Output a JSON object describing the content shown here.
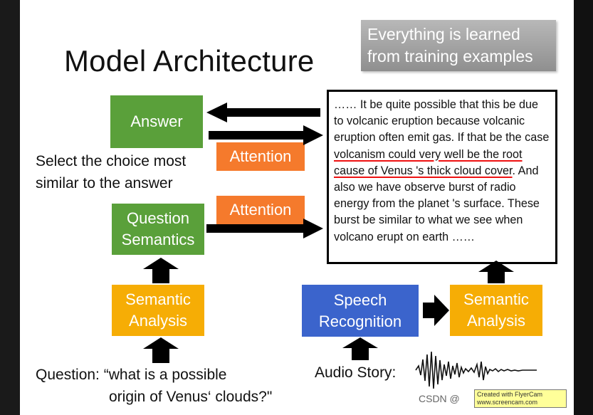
{
  "title": "Model Architecture",
  "callout": {
    "line1": "Everything is learned",
    "line2": "from training examples"
  },
  "boxes": {
    "answer": "Answer",
    "attention_top": "Attention",
    "attention_mid": "Attention",
    "question_semantics_1": "Question",
    "question_semantics_2": "Semantics",
    "semantic_analysis_left_1": "Semantic",
    "semantic_analysis_left_2": "Analysis",
    "speech_recognition_1": "Speech",
    "speech_recognition_2": "Recognition",
    "semantic_analysis_right_1": "Semantic",
    "semantic_analysis_right_2": "Analysis"
  },
  "select_text": {
    "line1": "Select the choice most",
    "line2": "similar to the answer"
  },
  "story": {
    "part1": "…… It be quite possible that this be due to volcanic eruption because volcanic eruption often emit gas. If that be the case ",
    "underlined": "volcanism could very well be the root cause of Venus 's thick cloud cover",
    "part2": ". And also we have observe burst of radio energy from the planet 's surface. These burst be similar to what we see when volcano erupt on earth ……"
  },
  "question": {
    "label": "Question:",
    "line1": "“what is a possible",
    "line2": "origin of Venus‘ clouds?\""
  },
  "audio_label": "Audio Story:",
  "watermark": "CSDN @",
  "stamp": {
    "line1": "Created with FlyerCam",
    "line2": "www.screencam.com"
  },
  "colors": {
    "green": "#5aa03a",
    "orange": "#f6ad05",
    "orange_attention": "#f57a2c",
    "blue": "#3b64cc",
    "underline": "#e11111"
  }
}
